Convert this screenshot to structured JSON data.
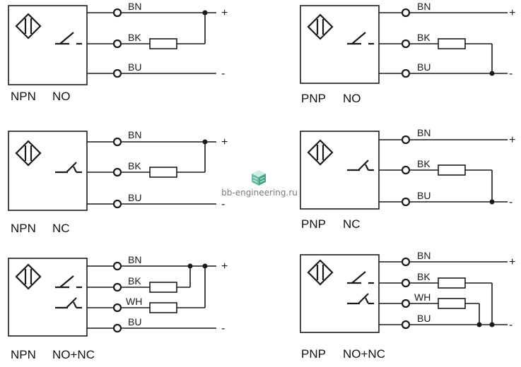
{
  "watermark": {
    "text": "bb-engineering.ru",
    "color": "#3aa88a"
  },
  "colors": {
    "line": "#1a1a1a",
    "background": "#ffffff"
  },
  "diagrams": [
    {
      "id": "npn-no",
      "type": "NPN",
      "contact": "NO",
      "wires": [
        "BN",
        "BK",
        "BU"
      ],
      "plus": "+",
      "minus": "-"
    },
    {
      "id": "pnp-no",
      "type": "PNP",
      "contact": "NO",
      "wires": [
        "BN",
        "BK",
        "BU"
      ],
      "plus": "+",
      "minus": "-"
    },
    {
      "id": "npn-nc",
      "type": "NPN",
      "contact": "NC",
      "wires": [
        "BN",
        "BK",
        "BU"
      ],
      "plus": "+",
      "minus": "-"
    },
    {
      "id": "pnp-nc",
      "type": "PNP",
      "contact": "NC",
      "wires": [
        "BN",
        "BK",
        "BU"
      ],
      "plus": "+",
      "minus": "-"
    },
    {
      "id": "npn-no-nc",
      "type": "NPN",
      "contact": "NO+NC",
      "wires": [
        "BN",
        "BK",
        "WH",
        "BU"
      ],
      "plus": "+",
      "minus": "-"
    },
    {
      "id": "pnp-no-nc",
      "type": "PNP",
      "contact": "NO+NC",
      "wires": [
        "BN",
        "BK",
        "WH",
        "BU"
      ],
      "plus": "+",
      "minus": "-"
    }
  ]
}
